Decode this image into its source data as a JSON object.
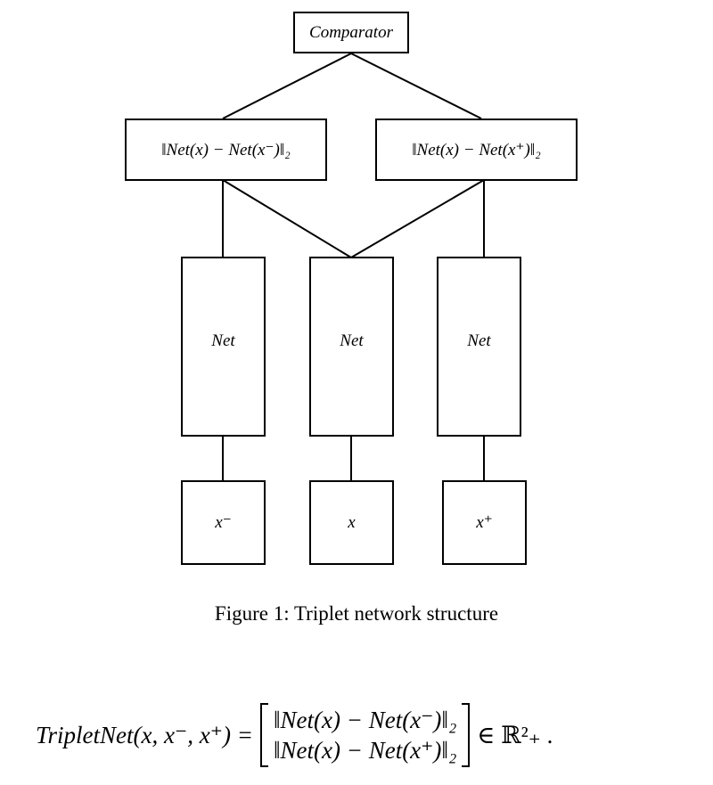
{
  "nodes": {
    "comparator": "Comparator",
    "dist_neg": "‖Net(x) − Net(x⁻)‖₂",
    "dist_pos": "‖Net(x) − Net(x⁺)‖₂",
    "net_left": "Net",
    "net_mid": "Net",
    "net_right": "Net",
    "input_neg": "x⁻",
    "input_anchor": "x",
    "input_pos": "x⁺"
  },
  "caption": "Figure 1: Triplet network structure",
  "formula": {
    "lhs": "TripletNet(x, x⁻, x⁺) =",
    "row1": "‖Net(x) − Net(x⁻)‖₂",
    "row2": "‖Net(x) − Net(x⁺)‖₂",
    "rhs": "∈ ℝ²₊ ."
  }
}
